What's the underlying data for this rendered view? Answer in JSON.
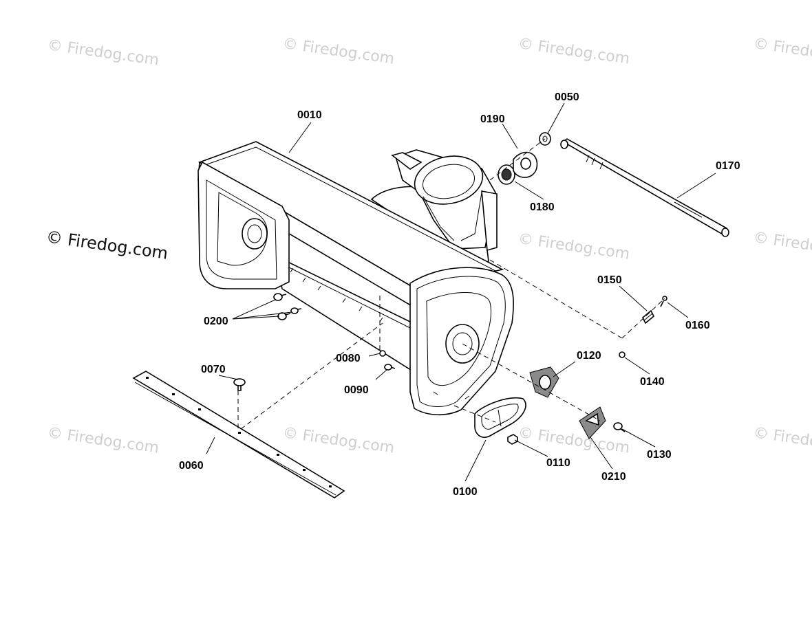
{
  "watermark": {
    "text": "© Firedog.com"
  },
  "parts": {
    "p0010": "0010",
    "p0050": "0050",
    "p0060": "0060",
    "p0070": "0070",
    "p0080": "0080",
    "p0090": "0090",
    "p0100": "0100",
    "p0110": "0110",
    "p0120": "0120",
    "p0130": "0130",
    "p0140": "0140",
    "p0150": "0150",
    "p0160": "0160",
    "p0170": "0170",
    "p0180": "0180",
    "p0190": "0190",
    "p0200": "0200",
    "p0210": "0210"
  }
}
